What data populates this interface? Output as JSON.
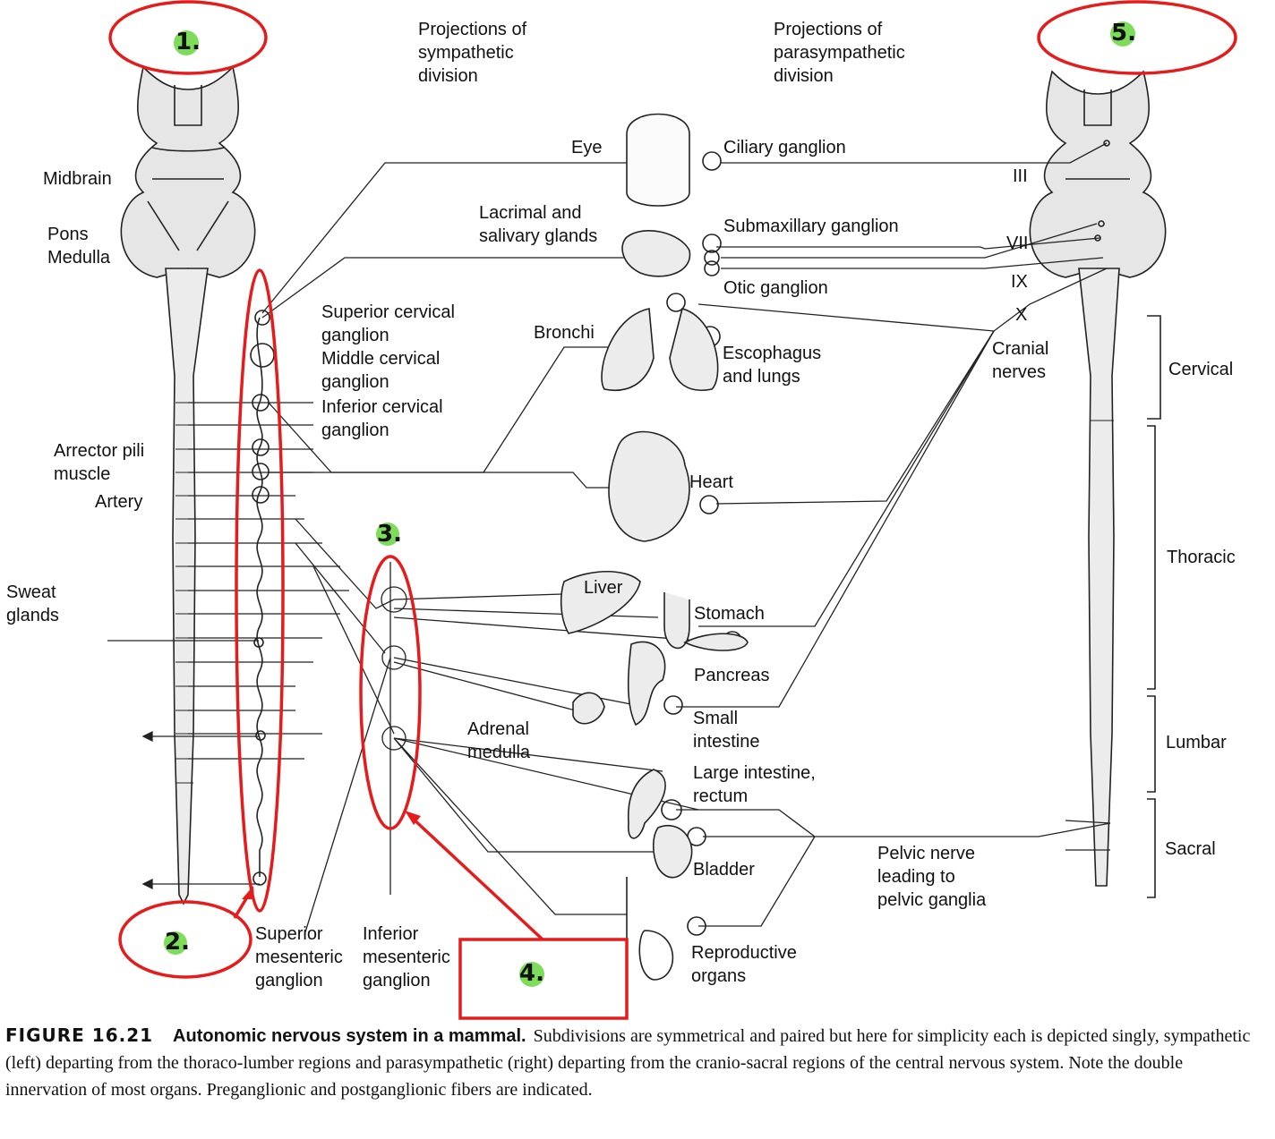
{
  "headers": {
    "sympathetic": "Projections of\nsympathetic\ndivision",
    "parasympathetic": "Projections of\nparasympathetic\ndivision"
  },
  "brain_labels": {
    "midbrain": "Midbrain",
    "pons_medulla": "Pons\nMedulla"
  },
  "ganglia_labels": {
    "superior_cervical": "Superior cervical\nganglion",
    "middle_cervical": "Middle cervical\nganglion",
    "inferior_cervical": "Inferior cervical\nganglion",
    "superior_mesenteric": "Superior\nmesenteric\nganglion",
    "inferior_mesenteric": "Inferior\nmesenteric\nganglion"
  },
  "skin_labels": {
    "arrector": "Arrector pili\nmuscle",
    "artery": "Artery",
    "sweat": "Sweat\nglands"
  },
  "organ_labels": {
    "eye": "Eye",
    "ciliary": "Ciliary ganglion",
    "lacrimal": "Lacrimal and\nsalivary glands",
    "submaxillary": "Submaxillary ganglion",
    "otic": "Otic ganglion",
    "bronchi": "Bronchi",
    "esophagus": "Escophagus\nand lungs",
    "heart": "Heart",
    "liver": "Liver",
    "stomach": "Stomach",
    "pancreas": "Pancreas",
    "adrenal": "Adrenal\nmedulla",
    "small_intestine": "Small\nintestine",
    "large_intestine": "Large intestine,\nrectum",
    "bladder": "Bladder",
    "reproductive": "Reproductive\norgans",
    "pelvic": "Pelvic nerve\nleading to\npelvic ganglia"
  },
  "cranial_labels": {
    "III": "III",
    "VII": "VII",
    "IX": "IX",
    "X": "X",
    "cranial": "Cranial\nnerves"
  },
  "regions": {
    "cervical": "Cervical",
    "thoracic": "Thoracic",
    "lumbar": "Lumbar",
    "sacral": "Sacral"
  },
  "annotations": {
    "n1": "1.",
    "n2": "2.",
    "n3": "3.",
    "n4": "4.",
    "n5": "5.",
    "mark_color": "#e41c1c",
    "dot_color": "#7ddc5a"
  },
  "caption": {
    "figure": "FIGURE 16.21",
    "title": "Autonomic nervous system in a mammal.",
    "text": "Subdivisions are symmetrical and paired but here for simplicity each is depicted singly, sympathetic (left) departing from the thoraco-lumber regions and parasympathetic (right) departing from the cranio-sacral regions of the central nervous system. Note the double innervation of most organs. Preganglionic and postganglionic fibers are indicated."
  }
}
